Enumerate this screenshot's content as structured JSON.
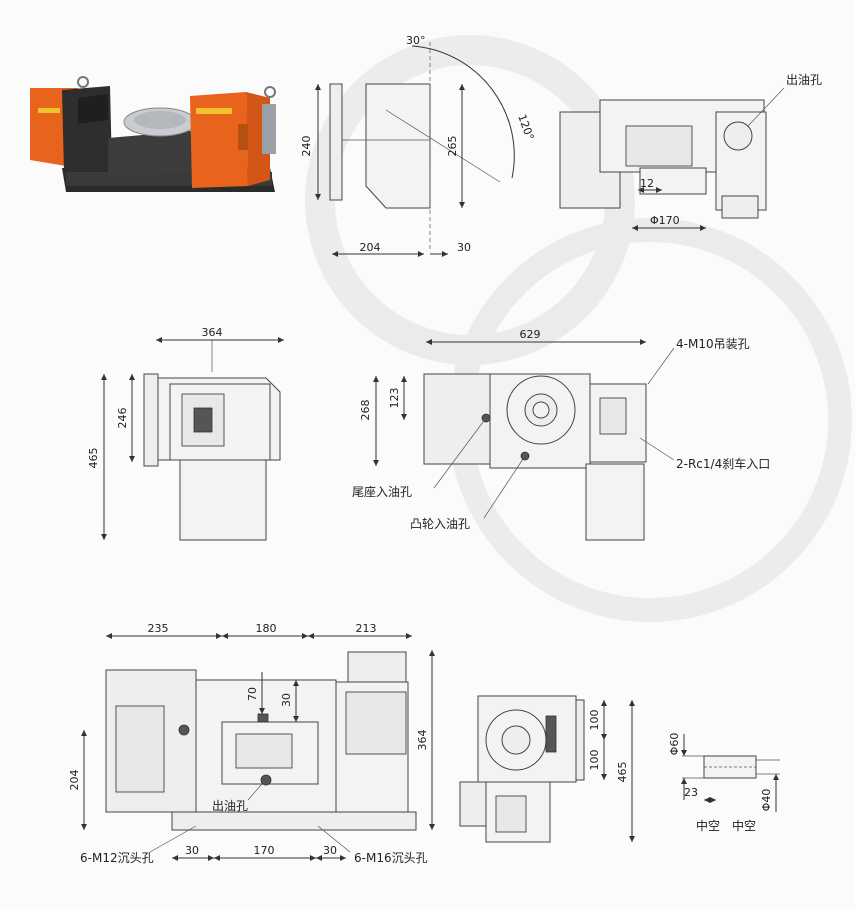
{
  "photo": {
    "alt": "rotary table product photo",
    "colors": {
      "housing": "#e8631c",
      "base": "#2b2b2b",
      "platter": "#c9ccd0",
      "background": "#fbfbfb"
    }
  },
  "side_view": {
    "angle_top": "30°",
    "angle_arc": "120°",
    "height_left": "240",
    "height_right": "265",
    "width_left": "204",
    "width_right": "30"
  },
  "top_right_view": {
    "oil_outlet_label": "出油孔",
    "dim_small": "12",
    "dim_dia": "Φ170"
  },
  "end_view": {
    "width": "364",
    "height_total": "465",
    "height_upper": "246"
  },
  "top_view": {
    "width": "629",
    "height_268": "268",
    "height_123": "123",
    "label_lifting": "4-M10吊装孔",
    "label_brake": "2-Rc1/4刹车入口",
    "label_tail_oil": "尾座入油孔",
    "label_cam_oil": "凸轮入油孔"
  },
  "front_view": {
    "dim_235": "235",
    "dim_180": "180",
    "dim_213": "213",
    "dim_70": "70",
    "dim_30_v": "30",
    "dim_204": "204",
    "dim_364": "364",
    "label_oil_out": "出油孔",
    "dim_30_l": "30",
    "dim_170": "170",
    "dim_30_r": "30",
    "label_m12": "6-M12沉头孔",
    "label_m16": "6-M16沉头孔"
  },
  "right_view": {
    "dim_100_a": "100",
    "dim_100_b": "100",
    "dim_465": "465"
  },
  "bore_detail": {
    "dia_60": "Φ60",
    "dia_40": "Φ40",
    "dim_23": "23",
    "hollow_a": "中空",
    "hollow_b": "中空"
  }
}
